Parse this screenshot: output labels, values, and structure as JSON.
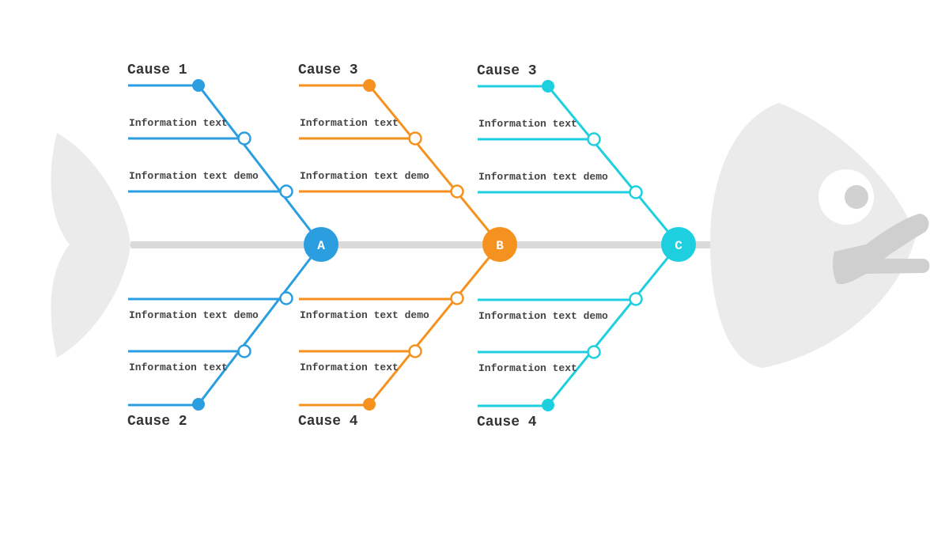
{
  "colors": {
    "fish_body": "#ebebeb",
    "spine": "#dadada",
    "eye_pupil": "#d1d1d1",
    "mouth": "#cfcfcf",
    "text_cause": "#333333",
    "text_info": "#444444"
  },
  "groups": [
    {
      "id": "a",
      "letter": "A",
      "color": "#2b9ee0",
      "top": {
        "cause": "Cause 1",
        "info": [
          "Information text",
          "Information text demo"
        ]
      },
      "bottom": {
        "cause": "Cause 2",
        "info": [
          "Information text demo",
          "Information text"
        ]
      }
    },
    {
      "id": "b",
      "letter": "B",
      "color": "#f5921f",
      "top": {
        "cause": "Cause 3",
        "info": [
          "Information text",
          "Information text demo"
        ]
      },
      "bottom": {
        "cause": "Cause 4",
        "info": [
          "Information text demo",
          "Information text"
        ]
      }
    },
    {
      "id": "c",
      "letter": "C",
      "color": "#1ecfe0",
      "top": {
        "cause": "Cause 3",
        "info": [
          "Information text",
          "Information text demo"
        ]
      },
      "bottom": {
        "cause": "Cause 4",
        "info": [
          "Information text demo",
          "Information text"
        ]
      }
    }
  ]
}
